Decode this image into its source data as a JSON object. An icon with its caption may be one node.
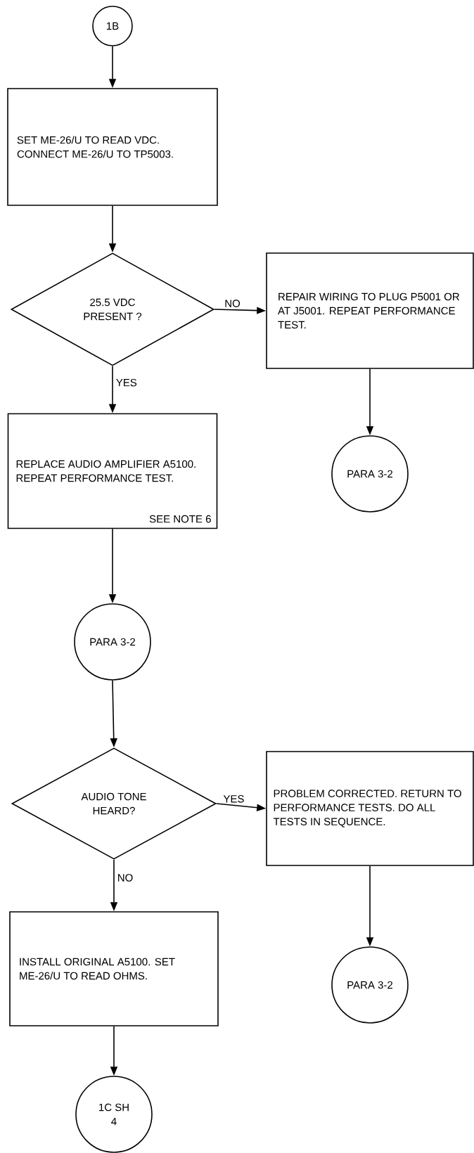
{
  "diagram": {
    "nodes": [
      {
        "text": [
          "1B"
        ]
      },
      {
        "text": [
          "SET ME-26/U TO READ VDC. CONNECT ME-26/U TO TP5003."
        ]
      },
      {
        "text": [
          "25.5 VDC PRESENT ?"
        ]
      },
      {
        "text": [
          "REPAIR WIRING TO PLUG P5001 OR AT J5001. REPEAT PERFORMANCE TEST."
        ]
      },
      {
        "text": [
          "REPLACE AUDIO AMPLIFIER A5100. REPEAT PERFORMANCE TEST.",
          "SEE NOTE 6"
        ]
      },
      {
        "text": [
          "PARA 3-2"
        ]
      },
      {
        "text": [
          "PARA 3-2"
        ]
      },
      {
        "text": [
          "AUDIO TONE HEARD?"
        ]
      },
      {
        "text": [
          "PROBLEM CORRECTED. RETURN TO PERFORMANCE TESTS. DO ALL TESTS IN SEQUENCE."
        ]
      },
      {
        "text": [
          "INSTALL ORIGINAL A5100. SET ME-26/U TO READ OHMS."
        ]
      },
      {
        "text": [
          "PARA 3-2"
        ]
      },
      {
        "text": [
          "1C SH 4"
        ]
      }
    ],
    "edges": [
      {
        "from": 0,
        "to": 1,
        "arrow": "to"
      },
      {
        "from": 1,
        "to": 2,
        "arrow": "to"
      },
      {
        "from": 2,
        "to": 3,
        "arrow": "to",
        "label": "NO"
      },
      {
        "from": 2,
        "to": 4,
        "arrow": "to",
        "label": "YES"
      },
      {
        "from": 3,
        "to": 5,
        "arrow": "to"
      },
      {
        "from": 4,
        "to": 6,
        "arrow": "to"
      },
      {
        "from": 6,
        "to": 7,
        "arrow": "to"
      },
      {
        "from": 7,
        "to": 8,
        "arrow": "to",
        "label": "YES"
      },
      {
        "from": 7,
        "to": 9,
        "arrow": "to",
        "label": "NO"
      },
      {
        "from": 8,
        "to": 10,
        "arrow": "to"
      },
      {
        "from": 9,
        "to": 11,
        "arrow": "to"
      }
    ]
  }
}
